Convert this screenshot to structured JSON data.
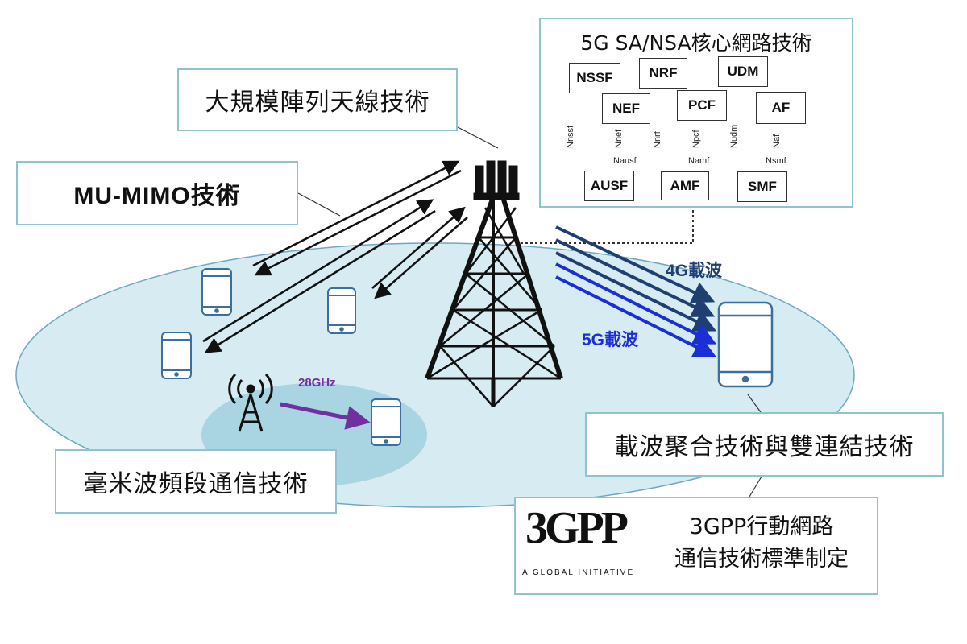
{
  "labels": {
    "array_antenna": "大規模陣列天線技術",
    "mu_mimo": "MU-MIMO技術",
    "mmwave": "毫米波頻段通信技術",
    "carrier_aggregation": "載波聚合技術與雙連結技術",
    "gpp_line1": "3GPP行動網路",
    "gpp_line2": "通信技術標準制定"
  },
  "core_network": {
    "title": "5G SA/NSA核心網路技術",
    "functions": {
      "nssf": "NSSF",
      "nrf": "NRF",
      "udm": "UDM",
      "nef": "NEF",
      "pcf": "PCF",
      "af": "AF",
      "ausf": "AUSF",
      "amf": "AMF",
      "smf": "SMF"
    },
    "interfaces": {
      "nnssf": "Nnssf",
      "nnef": "Nnef",
      "nnrf": "Nnrf",
      "npcf": "Npcf",
      "nudm": "Nudm",
      "naf": "Naf",
      "nausf": "Nausf",
      "namf": "Namf",
      "nsmf": "Nsmf"
    }
  },
  "carriers": {
    "lte": "4G載波",
    "nr": "5G載波",
    "lte_color": "#1f3f73",
    "nr_color": "#1a2fd6"
  },
  "mmwave_freq": "28GHz",
  "logo": {
    "mark": "3GPP",
    "tagline": "A GLOBAL INITIATIVE"
  },
  "colors": {
    "box_border": "#8ec3cf",
    "cell_fill": "#d6ebf2",
    "small_cell_fill": "#a9d4e2",
    "phone": "#3b6f9e",
    "mmwave_arrow": "#7030a0"
  }
}
